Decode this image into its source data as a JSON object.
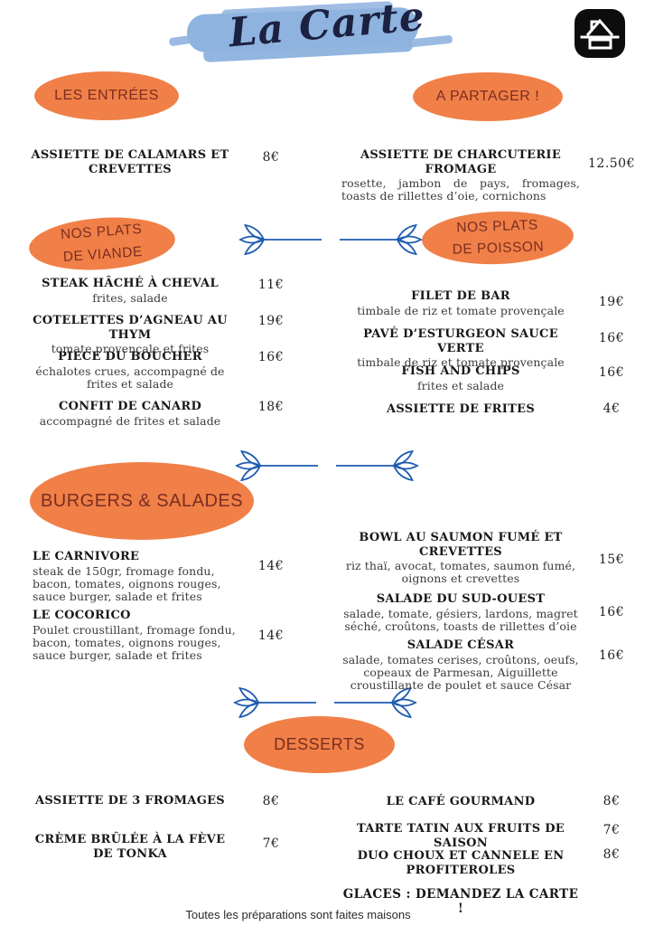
{
  "header": {
    "title": "La Carte"
  },
  "colors": {
    "orange": "#F08048",
    "badge_text": "#7B2D21",
    "divider_blue": "#1E5BB0",
    "brush_blue": "#8FB3DF",
    "ink": "#1b2140"
  },
  "menu": {
    "entrees": {
      "label": "LES ENTRÉES",
      "items": [
        {
          "title": "ASSIETTE DE CALAMARS ET CREVETTES",
          "desc": "",
          "price": "8€"
        }
      ]
    },
    "partager": {
      "label": "A PARTAGER !",
      "items": [
        {
          "title": "ASSIETTE DE CHARCUTERIE FROMAGE",
          "desc": "rosette, jambon de pays, fromages, toasts de rillettes d’oie, cornichons",
          "price": "12.50€"
        }
      ]
    },
    "viande": {
      "label1": "NOS PLATS",
      "label2": "DE VIANDE",
      "items": [
        {
          "title": "STEAK HÂCHÉ À CHEVAL",
          "desc": "frites, salade",
          "price": "11€"
        },
        {
          "title": "COTELETTES D’AGNEAU AU THYM",
          "desc": "tomate provençale et frites",
          "price": "19€"
        },
        {
          "title": "PIECE DU BOUCHER",
          "desc": "échalotes crues, accompagné de frites et salade",
          "price": "16€"
        },
        {
          "title": "CONFIT DE CANARD",
          "desc": "accompagné de frites et salade",
          "price": "18€"
        }
      ]
    },
    "poisson": {
      "label1": "NOS PLATS",
      "label2": "DE POISSON",
      "items": [
        {
          "title": "FILET DE BAR",
          "desc": "timbale de riz et tomate provençale",
          "price": "19€"
        },
        {
          "title": "PAVÉ D’ESTURGEON SAUCE VERTE",
          "desc": "timbale de riz et tomate provençale",
          "price": "16€"
        },
        {
          "title": "FISH AND CHIPS",
          "desc": "frites et salade",
          "price": "16€"
        },
        {
          "title": "ASSIETTE DE FRITES",
          "desc": "",
          "price": "4€"
        }
      ]
    },
    "burgers": {
      "label": "BURGERS & SALADES",
      "left_items": [
        {
          "title": "LE CARNIVORE",
          "desc": "steak de 150gr, fromage fondu, bacon, tomates, oignons rouges, sauce burger, salade et frites",
          "price": "14€"
        },
        {
          "title": "LE COCORICO",
          "desc": "Poulet croustillant, fromage fondu, bacon, tomates, oignons rouges, sauce burger, salade et frites",
          "price": "14€"
        }
      ],
      "right_items": [
        {
          "title": "BOWL AU SAUMON FUMÉ ET CREVETTES",
          "desc": "riz thaï, avocat, tomates, saumon fumé, oignons et crevettes",
          "price": "15€"
        },
        {
          "title": "SALADE DU SUD-OUEST",
          "desc": "salade, tomate, gésiers, lardons, magret séché, croûtons, toasts de rillettes d’oie",
          "price": "16€"
        },
        {
          "title": "SALADE CÉSAR",
          "desc": "salade, tomates cerises, croûtons, oeufs, copeaux de Parmesan, Aiguillette croustillante de poulet et sauce César",
          "price": "16€"
        }
      ]
    },
    "desserts": {
      "label": "DESSERTS",
      "left_items": [
        {
          "title": "ASSIETTE DE 3 FROMAGES",
          "price": "8€"
        },
        {
          "title": "CRÈME BRÛLÉE À LA FÈVE DE TONKA",
          "price": "7€"
        }
      ],
      "right_items": [
        {
          "title": "LE CAFÉ GOURMAND",
          "price": "8€"
        },
        {
          "title": "TARTE TATIN AUX FRUITS DE SAISON",
          "price": "7€"
        },
        {
          "title": "DUO CHOUX ET CANNELE EN PROFITEROLES",
          "price": "8€"
        }
      ],
      "note": "GLACES : DEMANDEZ LA CARTE !"
    }
  },
  "footer": {
    "text": "Toutes les préparations sont faites maisons"
  }
}
